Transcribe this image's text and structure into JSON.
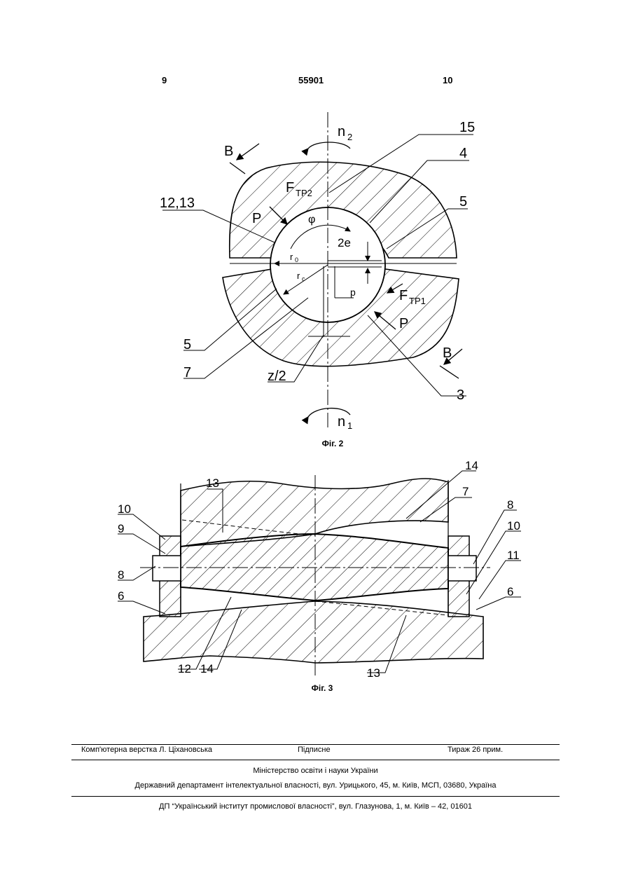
{
  "header": {
    "left_page": "9",
    "patent_number": "55901",
    "right_page": "10"
  },
  "figure2": {
    "caption": "Фіг. 2",
    "labels": {
      "B_top": "B",
      "n2": "n",
      "n2_sub": "2",
      "n1": "n",
      "n1_sub": "1",
      "n15": "15",
      "n4": "4",
      "n5_right": "5",
      "n12_13": "12,13",
      "Ftp2": "F",
      "Ftp2_sub": "TP2",
      "P_left": "P",
      "phi": "φ",
      "two_e": "2e",
      "r0": "r",
      "r0_sub": "0",
      "rc": "r",
      "rc_sub": "c",
      "p": "p",
      "Ftp1": "F",
      "Ftp1_sub": "TP1",
      "P_right": "P",
      "B_bottom": "B",
      "n5_left": "5",
      "n7": "7",
      "z2": "z/2",
      "n3": "3"
    }
  },
  "figure3": {
    "caption": "Фіг. 3",
    "labels": {
      "n13_top": "13",
      "n14_top": "14",
      "n7": "7",
      "n10_left": "10",
      "n9": "9",
      "n8_left": "8",
      "n6_left": "6",
      "n8_right": "8",
      "n10_right": "10",
      "n11": "11",
      "n6_right": "6",
      "n12": "12",
      "n14_bottom": "14",
      "n13_bottom": "13"
    }
  },
  "footer": {
    "layout": "Комп'ютерна верстка Л. Ціхановська",
    "signed": "Підписне",
    "circulation": "Тираж 26 прим.",
    "ministry": "Міністерство освіти і науки України",
    "department": "Державний департамент інтелектуальної власності, вул. Урицького, 45, м. Київ, МСП, 03680, Україна",
    "institute": "ДП “Український інститут промислової власності”, вул. Глазунова, 1, м. Київ – 42, 01601"
  }
}
